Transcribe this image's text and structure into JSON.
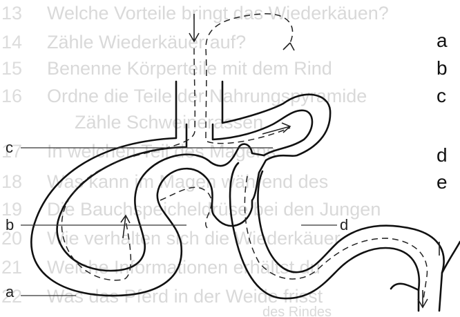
{
  "background_lines": [
    {
      "num": "13",
      "text": "Welche Vorteile bringt das Wiederkäuen?"
    },
    {
      "num": "14",
      "text": "Zähle Wiederkäuer auf?"
    },
    {
      "num": "15",
      "text": "Benenne Körperteile mit dem Rind"
    },
    {
      "num": "16",
      "text": "Ordne die Teile der Nahrungspyramide"
    },
    {
      "num": "",
      "text": "Zähle Schweinerassen"
    },
    {
      "num": "17",
      "text": "In welchen Teil des Magens"
    },
    {
      "num": "18",
      "text": "Was kann im Magen während des"
    },
    {
      "num": "19",
      "text": "Die Bauchspeicheldrüse bei den Jungen"
    },
    {
      "num": "20",
      "text": "Wie verhalten sich die Wiederkäuer"
    },
    {
      "num": "21",
      "text": "Welche Informationen erhältst du"
    },
    {
      "num": "22",
      "text": "Was das Pferd in der Weide frisst"
    }
  ],
  "left_labels": [
    "c",
    "b",
    "a"
  ],
  "inline_labels": [
    "d"
  ],
  "right_labels": [
    "a",
    "b",
    "c",
    "d",
    "e"
  ],
  "caption": "des Rindes"
}
